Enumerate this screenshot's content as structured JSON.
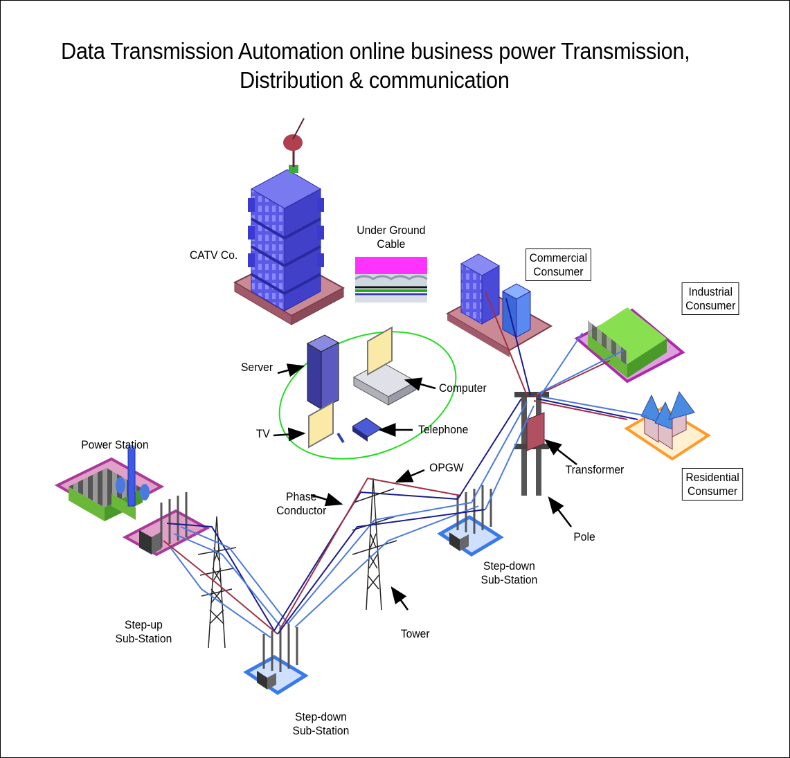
{
  "title": {
    "line1": "Data Transmission Automation online business power Transmission,",
    "line2": "Distribution & communication"
  },
  "labels": {
    "catv": "CATV Co.",
    "underground_line1": "Under Ground",
    "underground_line2": "Cable",
    "commercial_line1": "Commercial",
    "commercial_line2": "Consumer",
    "industrial_line1": "Industrial",
    "industrial_line2": "Consumer",
    "server": "Server",
    "computer": "Computer",
    "tv": "TV",
    "telephone": "Telephone",
    "power_station": "Power Station",
    "opgw": "OPGW",
    "phase_line1": "Phase",
    "phase_line2": "Conductor",
    "transformer": "Transformer",
    "residential_line1": "Residential",
    "residential_line2": "Consumer",
    "pole": "Pole",
    "stepdown_right_line1": "Step-down",
    "stepdown_right_line2": "Sub-Station",
    "stepup_line1": "Step-up",
    "stepup_line2": "Sub-Station",
    "tower": "Tower",
    "stepdown_bottom_line1": "Step-down",
    "stepdown_bottom_line2": "Sub-Station"
  },
  "colors": {
    "building": "#5a5ae6",
    "base_pink": "#b06a7a",
    "magenta": "#ff44ff",
    "green": "#7ad24a",
    "wire_navy": "#1a1a8c",
    "wire_blue": "#4a7ae0",
    "wire_red": "#a03040",
    "tower_gray": "#333333",
    "substation_blue": "#3a7ae8",
    "ellipse_green": "#22dd22",
    "house_blue": "#4a8ae0",
    "house_orange": "#ff9a2a"
  }
}
